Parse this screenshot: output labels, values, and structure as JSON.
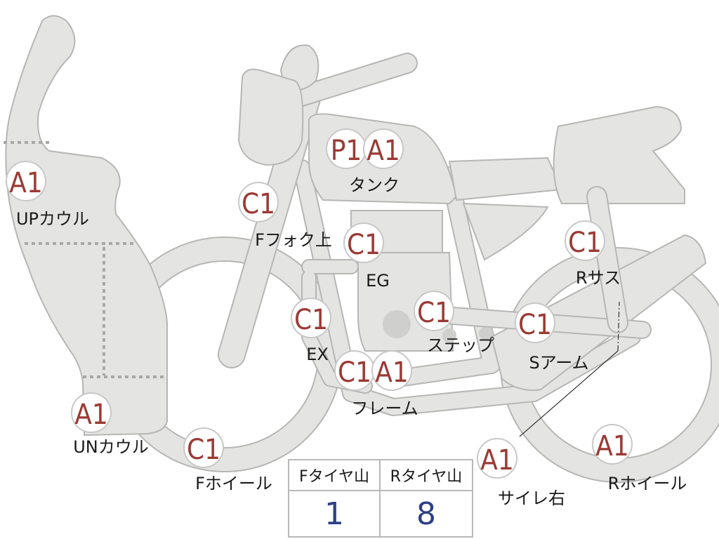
{
  "parts": [
    {
      "key": "up_cowl",
      "label": "UPカウル",
      "badges": [
        "A1"
      ]
    },
    {
      "key": "un_cowl",
      "label": "UNカウル",
      "badges": [
        "A1"
      ]
    },
    {
      "key": "f_fork_upper",
      "label": "Fフォク上",
      "badges": [
        "C1"
      ]
    },
    {
      "key": "f_wheel",
      "label": "Fホイール",
      "badges": [
        "C1"
      ]
    },
    {
      "key": "tank",
      "label": "タンク",
      "badges": [
        "P1",
        "A1"
      ]
    },
    {
      "key": "eg",
      "label": "EG",
      "badges": [
        "C1"
      ]
    },
    {
      "key": "ex",
      "label": "EX",
      "badges": [
        "C1"
      ]
    },
    {
      "key": "frame",
      "label": "フレーム",
      "badges": [
        "C1",
        "A1"
      ]
    },
    {
      "key": "step",
      "label": "ステップ",
      "badges": [
        "C1"
      ]
    },
    {
      "key": "r_sus",
      "label": "Rサス",
      "badges": [
        "C1"
      ]
    },
    {
      "key": "s_arm",
      "label": "Sアーム",
      "badges": [
        "C1"
      ]
    },
    {
      "key": "silencer_right",
      "label": "サイレ右",
      "badges": [
        "A1"
      ]
    },
    {
      "key": "r_wheel",
      "label": "Rホイール",
      "badges": [
        "A1"
      ]
    }
  ],
  "tire_table": {
    "headers": [
      "Fタイヤ山",
      "Rタイヤ山"
    ],
    "values": [
      "1",
      "8"
    ]
  },
  "colors": {
    "part_fill": "#e4e4e2",
    "part_stroke": "#b6b6b4",
    "badge_text": "#9b3a34",
    "tread_value": "#2d3f87"
  }
}
